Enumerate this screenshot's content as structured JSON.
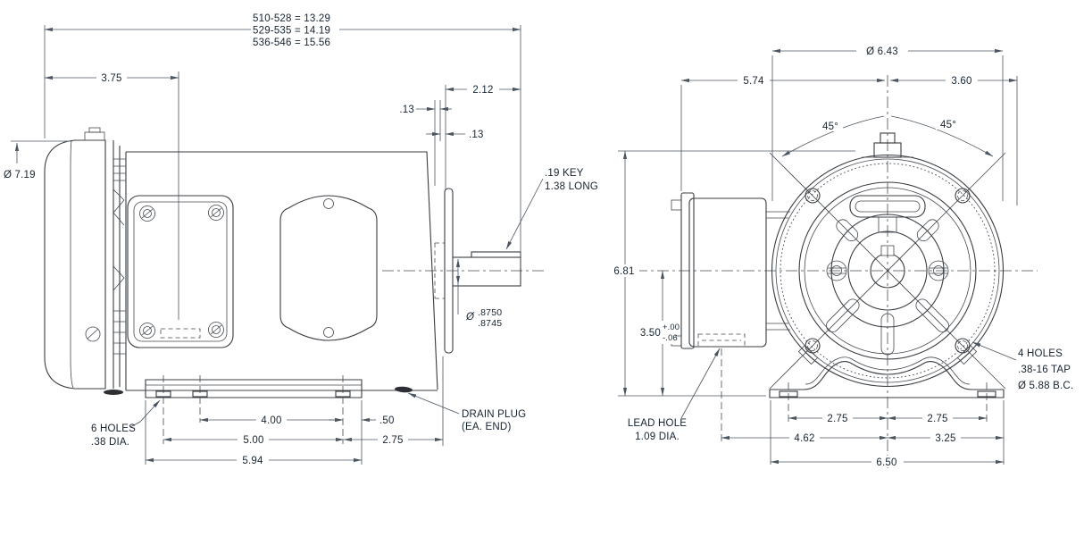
{
  "side_view": {
    "frame_table": [
      "510-528 = 13.29",
      "529-535 = 14.19",
      "536-546 = 15.56"
    ],
    "dim_fan_length": "3.75",
    "dim_outer_dia": "Ø 7.19",
    "dim_shaft_ext": "2.12",
    "dim_face_gap": ".13",
    "dim_flange_thk": ".13",
    "key_note": [
      ".19 KEY",
      "1.38 LONG"
    ],
    "shaft_dia": {
      "sym": "Ø",
      "upper": ".8750",
      "lower": ".8745"
    },
    "holes_note": [
      "6 HOLES",
      ".38 DIA."
    ],
    "dim_hole_span": "4.00",
    "dim_foot_tail": ".50",
    "dim_bolt_span": "5.00",
    "dim_face_to_hole": "2.75",
    "dim_base_len": "5.94",
    "drain_note": [
      "DRAIN PLUG",
      "(EA. END)"
    ]
  },
  "end_view": {
    "dim_outer_dia": "Ø 6.43",
    "dim_left_half": "5.74",
    "dim_right_half": "3.60",
    "dim_angle_left": "45°",
    "dim_angle_right": "45°",
    "dim_height": "6.81",
    "dim_shaft_height": "3.50",
    "tol_plus": "+.00",
    "tol_minus": "-.06",
    "lead_note": [
      "LEAD HOLE",
      "1.09 DIA."
    ],
    "tap_note": [
      "4 HOLES",
      ".38-16 TAP",
      "Ø 5.88 B.C."
    ],
    "dim_foot_left": "2.75",
    "dim_foot_right": "2.75",
    "dim_lead_span": "4.62",
    "dim_foot_half_right": "3.25",
    "dim_foot_width": "6.50"
  }
}
